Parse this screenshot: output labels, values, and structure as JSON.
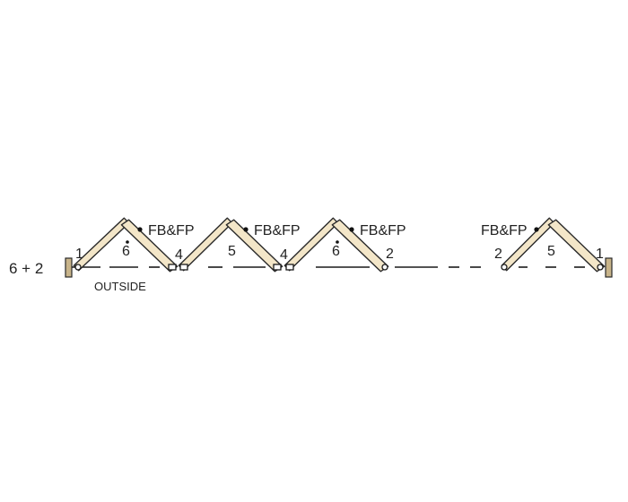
{
  "configuration_label": "6 + 2",
  "side_label": "OUTSIDE",
  "hardware_labels": [
    "FB&FP",
    "FB&FP",
    "FB&FP",
    "FB&FP"
  ],
  "panel_numbers": [
    "1",
    "6",
    "4",
    "5",
    "4",
    "6",
    "2",
    "2",
    "5",
    "1"
  ],
  "colors": {
    "panel_fill": "#f3e6c8",
    "panel_stroke": "#2a2a2a",
    "jamb_fill": "#c8b48a",
    "line": "#1a1a1a",
    "text": "#222222"
  }
}
